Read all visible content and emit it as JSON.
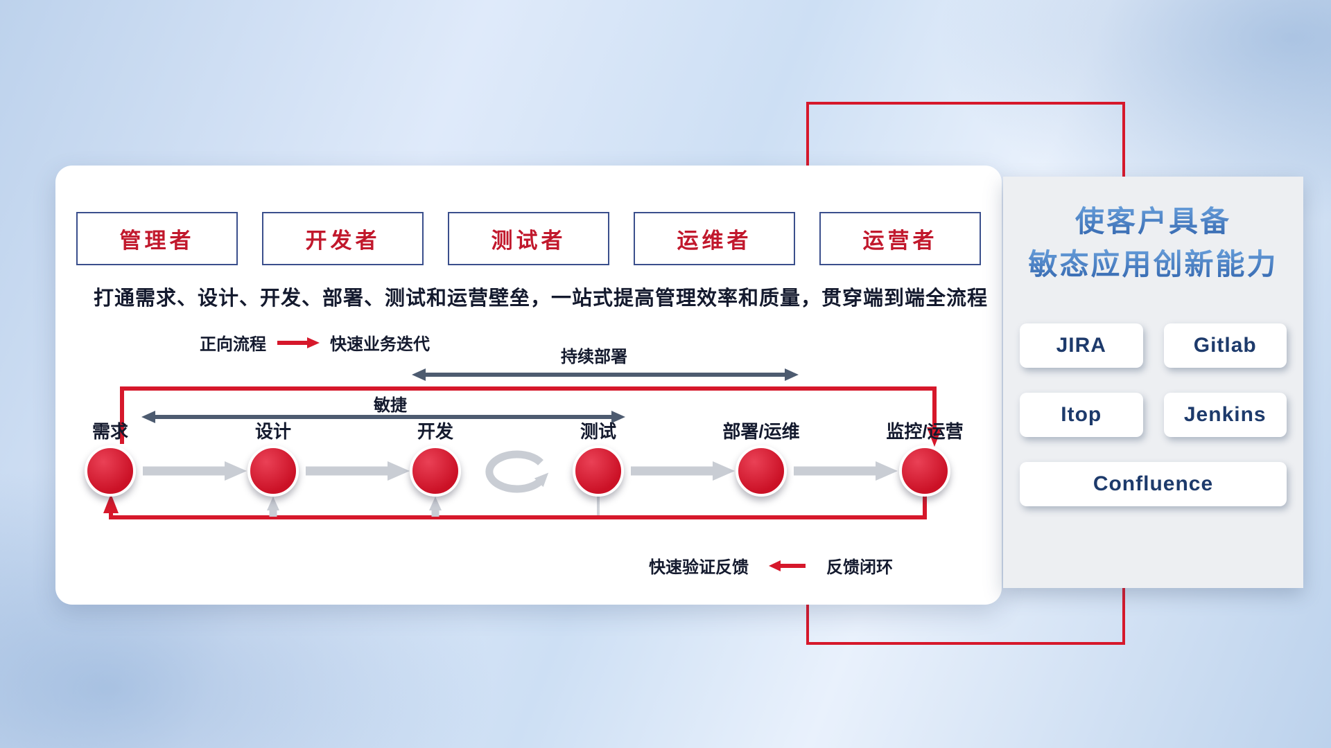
{
  "main_panel": {
    "roles": [
      "管理者",
      "开发者",
      "测试者",
      "运维者",
      "运营者"
    ],
    "description": "打通需求、设计、开发、部署、测试和运营壁垒，一站式提高管理效率和质量，贯穿端到端全流程",
    "forward_legend": {
      "label": "正向流程",
      "value": "快速业务迭代"
    },
    "feedback_legend": {
      "label": "快速验证反馈",
      "value": "反馈闭环"
    },
    "flow": {
      "stages": [
        "需求",
        "设计",
        "开发",
        "测试",
        "部署/运维",
        "监控/运营"
      ],
      "agile_label": "敏捷",
      "continuous_deploy_label": "持续部署"
    }
  },
  "side_panel": {
    "title_line1": "使客户具备",
    "title_line2": "敏态应用创新能力",
    "tools": [
      "JIRA",
      "Gitlab",
      "Itop",
      "Jenkins",
      "Confluence"
    ]
  },
  "colors": {
    "accent_red": "#d6182b",
    "dark_arrow": "#4d5b70",
    "light_arrow": "#c9cdd4",
    "title_blue_top": "#6fa6e0",
    "title_blue_bottom": "#2c5fa9",
    "tool_text": "#1d3a6b",
    "role_text": "#c1182c",
    "role_border": "#3a4f8c",
    "body_text": "#141a2e"
  }
}
